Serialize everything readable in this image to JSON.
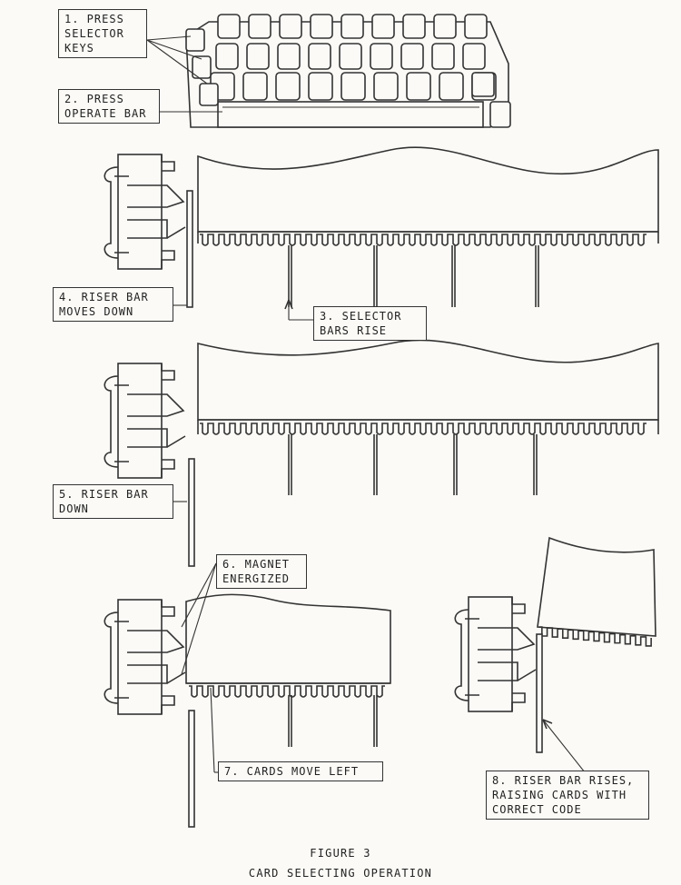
{
  "labels": {
    "step1": [
      "1.  PRESS",
      "SELECTOR",
      "KEYS"
    ],
    "step2": [
      "2. PRESS",
      "OPERATE BAR"
    ],
    "step3": [
      "3. SELECTOR",
      "BARS RISE"
    ],
    "step4": [
      "4. RISER BAR",
      "MOVES DOWN"
    ],
    "step5": [
      "5. RISER BAR",
      "DOWN"
    ],
    "step6": [
      "6. MAGNET",
      "ENERGIZED"
    ],
    "step7": [
      "7. CARDS MOVE LEFT"
    ],
    "step8": [
      "8. RISER BAR RISES,",
      "RAISING CARDS WITH",
      "CORRECT CODE"
    ]
  },
  "caption": {
    "figure": "FIGURE 3",
    "title": "CARD SELECTING OPERATION"
  }
}
